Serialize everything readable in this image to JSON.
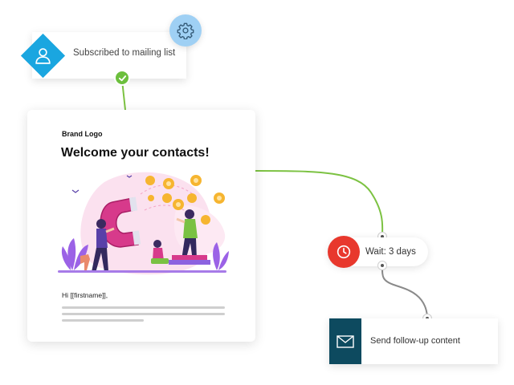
{
  "trigger": {
    "label": "Subscribed to mailing list",
    "icon": "user-icon",
    "color": "#1aa6e0"
  },
  "settings": {
    "icon": "gear-icon",
    "color": "#9fd0f4"
  },
  "status": {
    "icon": "check-icon",
    "color": "#6cbf3d"
  },
  "email_preview": {
    "brand_logo": "Brand Logo",
    "heading": "Welcome your contacts!",
    "greeting": "Hi [[firstname]],"
  },
  "wait_step": {
    "label": "Wait: 3 days",
    "icon": "clock-icon",
    "color": "#e8382d"
  },
  "send_step": {
    "label": "Send follow-up content",
    "icon": "mail-icon",
    "color": "#0d4a5f"
  },
  "colors": {
    "connector_green": "#7cc242",
    "connector_gray": "#8a8a8a"
  }
}
